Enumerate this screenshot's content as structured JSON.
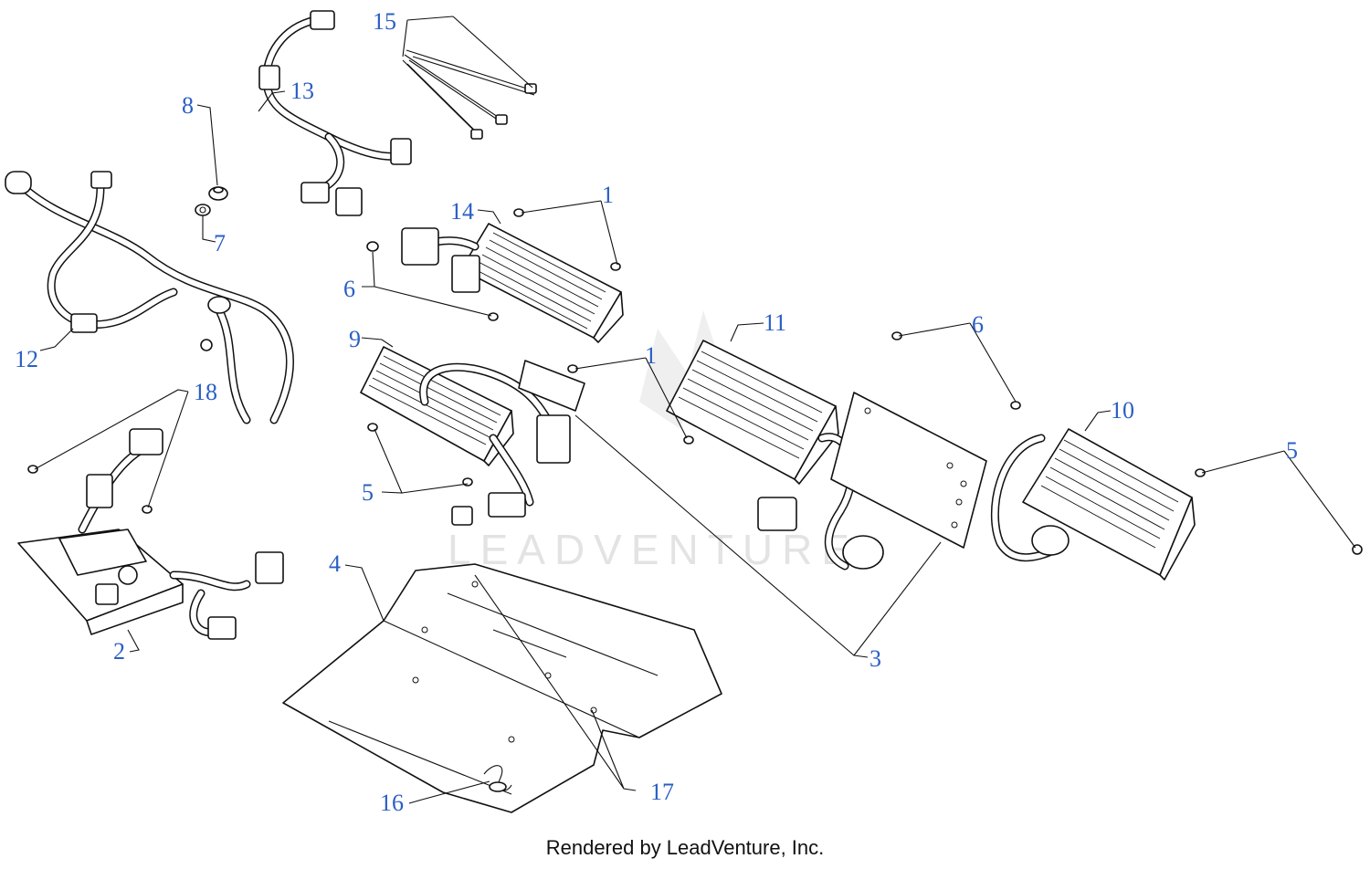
{
  "diagram": {
    "callouts": {
      "c1a": "1",
      "c1b": "1",
      "c2": "2",
      "c3": "3",
      "c4": "4",
      "c5a": "5",
      "c5b": "5",
      "c6a": "6",
      "c6b": "6",
      "c7": "7",
      "c8": "8",
      "c9": "9",
      "c10": "10",
      "c11": "11",
      "c12": "12",
      "c13": "13",
      "c14": "14",
      "c15": "15",
      "c16": "16",
      "c17": "17",
      "c18": "18"
    },
    "watermark": "LEADVENTURE",
    "credit": "Rendered by LeadVenture, Inc."
  },
  "colors": {
    "callout": "#2a5fc4",
    "line": "#111111",
    "watermark": "#e3e3e3"
  }
}
